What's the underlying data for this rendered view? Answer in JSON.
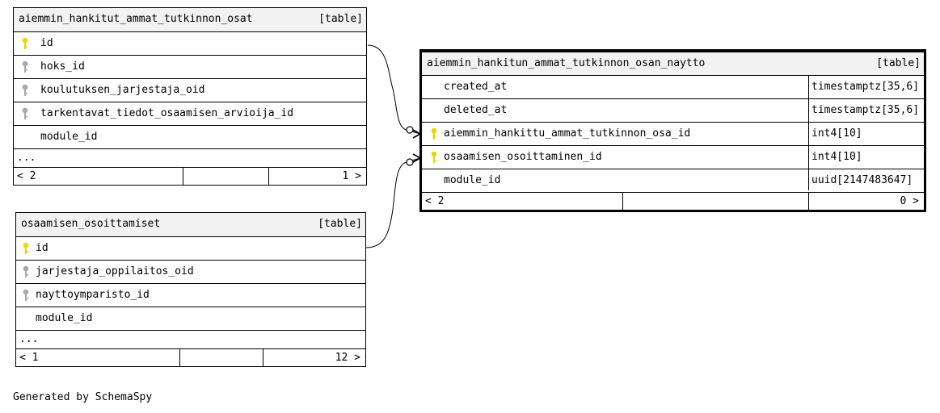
{
  "tables": {
    "aiemmin_hankitut": {
      "name": "aiemmin_hankitut_ammat_tutkinnon_osat",
      "kind": "[table]",
      "columns": [
        {
          "name": "id",
          "key": "primary"
        },
        {
          "name": "hoks_id",
          "key": "foreign"
        },
        {
          "name": "koulutuksen_jarjestaja_oid",
          "key": "foreign"
        },
        {
          "name": "tarkentavat_tiedot_osaamisen_arvioija_id",
          "key": "foreign"
        },
        {
          "name": "module_id",
          "key": "none"
        }
      ],
      "more": "...",
      "footer": {
        "left": "< 2",
        "right": "1 >"
      }
    },
    "osaamisen_osoittamiset": {
      "name": "osaamisen_osoittamiset",
      "kind": "[table]",
      "columns": [
        {
          "name": "id",
          "key": "primary"
        },
        {
          "name": "jarjestaja_oppilaitos_oid",
          "key": "foreign"
        },
        {
          "name": "nayttoymparisto_id",
          "key": "foreign"
        },
        {
          "name": "module_id",
          "key": "none"
        }
      ],
      "more": "...",
      "footer": {
        "left": "< 1",
        "right": "12 >"
      }
    },
    "naytto": {
      "name": "aiemmin_hankitun_ammat_tutkinnon_osan_naytto",
      "kind": "[table]",
      "columns": [
        {
          "name": "created_at",
          "type": "timestamptz[35,6]",
          "key": "none"
        },
        {
          "name": "deleted_at",
          "type": "timestamptz[35,6]",
          "key": "none"
        },
        {
          "name": "aiemmin_hankittu_ammat_tutkinnon_osa_id",
          "type": "int4[10]",
          "key": "primary"
        },
        {
          "name": "osaamisen_osoittaminen_id",
          "type": "int4[10]",
          "key": "primary"
        },
        {
          "name": "module_id",
          "type": "uuid[2147483647]",
          "key": "none"
        }
      ],
      "footer": {
        "left": "< 2",
        "right": "0 >"
      }
    }
  },
  "colors": {
    "primary_key": "#e6d800",
    "foreign_key": "#a8a8a8",
    "header_bg": "#f2f2f2",
    "line": "#000000"
  },
  "credit": "Generated by SchemaSpy"
}
